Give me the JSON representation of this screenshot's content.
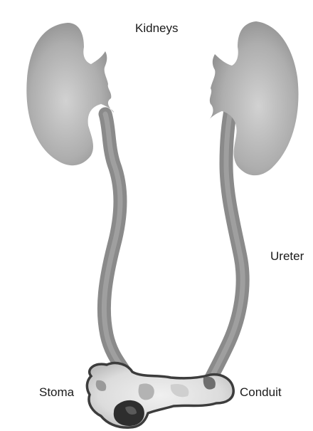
{
  "labels": {
    "kidneys": "Kidneys",
    "ureter": "Ureter",
    "stoma": "Stoma",
    "conduit": "Conduit"
  },
  "colors": {
    "organ_light": "#c4c4c4",
    "organ_mid": "#9b9b9b",
    "organ_dark": "#666666",
    "conduit_fill": "#e2e2e2",
    "text": "#1a1a1a"
  }
}
